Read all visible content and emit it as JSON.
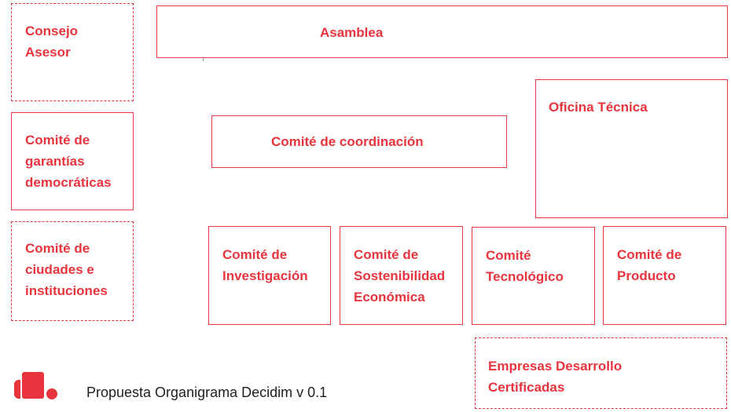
{
  "colors": {
    "accent": "#e8343d",
    "text_dark": "#1f1f1f"
  },
  "nodes": {
    "consejo_asesor": "Consejo\nAsesor",
    "asamblea": "Asamblea",
    "comite_garantias": "Comité de\ngarantías\ndemocráticas",
    "comite_coordinacion": "Comité de coordinación",
    "oficina_tecnica": "Oficina Técnica",
    "comite_ciudades": "Comité de\nciudades e\ninstituciones",
    "comite_investigacion": "Comité de\nInvestigación",
    "comite_sostenibilidad": "Comité de\nSostenibilidad\nEconómica",
    "comite_tecnologico": "Comité\nTecnológico",
    "comite_producto": "Comité  de\nProducto",
    "empresas_desarrollo": "Empresas Desarrollo\nCertificadas"
  },
  "footer": {
    "title": "Propuesta Organigrama Decidim v 0.1",
    "logo_icon": "decidim-logo-icon"
  }
}
